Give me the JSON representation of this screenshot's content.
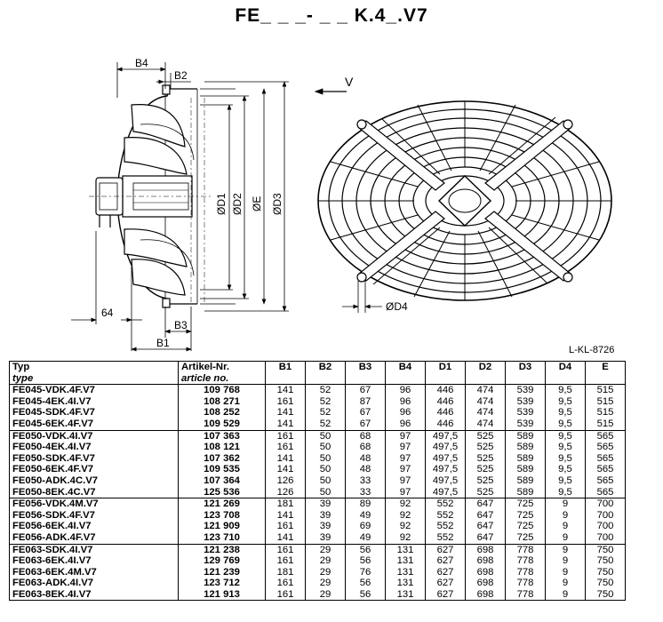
{
  "title": "FE_ _ _- _ _ K.4_.V7",
  "drawing": {
    "labels": {
      "b4": "B4",
      "b2": "B2",
      "b3": "B3",
      "b1": "B1",
      "w64": "64",
      "d1": "ØD1",
      "d2": "ØD2",
      "e": "ØE",
      "d3": "ØD3",
      "view": "V",
      "d4": "ØD4"
    },
    "ref": "L-KL-8726"
  },
  "table": {
    "headers": [
      {
        "main": "Typ",
        "sub": "type"
      },
      {
        "main": "Artikel-Nr.",
        "sub": "article no."
      },
      {
        "main": "B1"
      },
      {
        "main": "B2"
      },
      {
        "main": "B3"
      },
      {
        "main": "B4"
      },
      {
        "main": "D1"
      },
      {
        "main": "D2"
      },
      {
        "main": "D3"
      },
      {
        "main": "D4"
      },
      {
        "main": "E"
      }
    ],
    "groups": [
      [
        [
          "FE045-VDK.4F.V7",
          "109 768",
          "141",
          "52",
          "67",
          "96",
          "446",
          "474",
          "539",
          "9,5",
          "515"
        ],
        [
          "FE045-4EK.4I.V7",
          "108 271",
          "161",
          "52",
          "87",
          "96",
          "446",
          "474",
          "539",
          "9,5",
          "515"
        ],
        [
          "FE045-SDK.4F.V7",
          "108 252",
          "141",
          "52",
          "67",
          "96",
          "446",
          "474",
          "539",
          "9,5",
          "515"
        ],
        [
          "FE045-6EK.4F.V7",
          "109 529",
          "141",
          "52",
          "67",
          "96",
          "446",
          "474",
          "539",
          "9,5",
          "515"
        ]
      ],
      [
        [
          "FE050-VDK.4I.V7",
          "107 363",
          "161",
          "50",
          "68",
          "97",
          "497,5",
          "525",
          "589",
          "9,5",
          "565"
        ],
        [
          "FE050-4EK.4I.V7",
          "108 121",
          "161",
          "50",
          "68",
          "97",
          "497,5",
          "525",
          "589",
          "9,5",
          "565"
        ],
        [
          "FE050-SDK.4F.V7",
          "107 362",
          "141",
          "50",
          "48",
          "97",
          "497,5",
          "525",
          "589",
          "9,5",
          "565"
        ],
        [
          "FE050-6EK.4F.V7",
          "109 535",
          "141",
          "50",
          "48",
          "97",
          "497,5",
          "525",
          "589",
          "9,5",
          "565"
        ],
        [
          "FE050-ADK.4C.V7",
          "107 364",
          "126",
          "50",
          "33",
          "97",
          "497,5",
          "525",
          "589",
          "9,5",
          "565"
        ],
        [
          "FE050-8EK.4C.V7",
          "125 536",
          "126",
          "50",
          "33",
          "97",
          "497,5",
          "525",
          "589",
          "9,5",
          "565"
        ]
      ],
      [
        [
          "FE056-VDK.4M.V7",
          "121 269",
          "181",
          "39",
          "89",
          "92",
          "552",
          "647",
          "725",
          "9",
          "700"
        ],
        [
          "FE056-SDK.4F.V7",
          "123 708",
          "141",
          "39",
          "49",
          "92",
          "552",
          "647",
          "725",
          "9",
          "700"
        ],
        [
          "FE056-6EK.4I.V7",
          "121 909",
          "161",
          "39",
          "69",
          "92",
          "552",
          "647",
          "725",
          "9",
          "700"
        ],
        [
          "FE056-ADK.4F.V7",
          "123 710",
          "141",
          "39",
          "49",
          "92",
          "552",
          "647",
          "725",
          "9",
          "700"
        ]
      ],
      [
        [
          "FE063-SDK.4I.V7",
          "121 238",
          "161",
          "29",
          "56",
          "131",
          "627",
          "698",
          "778",
          "9",
          "750"
        ],
        [
          "FE063-6EK.4I.V7",
          "129 769",
          "161",
          "29",
          "56",
          "131",
          "627",
          "698",
          "778",
          "9",
          "750"
        ],
        [
          "FE063-6EK.4M.V7",
          "121 239",
          "181",
          "29",
          "76",
          "131",
          "627",
          "698",
          "778",
          "9",
          "750"
        ],
        [
          "FE063-ADK.4I.V7",
          "123 712",
          "161",
          "29",
          "56",
          "131",
          "627",
          "698",
          "778",
          "9",
          "750"
        ],
        [
          "FE063-8EK.4I.V7",
          "121 913",
          "161",
          "29",
          "56",
          "131",
          "627",
          "698",
          "778",
          "9",
          "750"
        ]
      ]
    ]
  }
}
